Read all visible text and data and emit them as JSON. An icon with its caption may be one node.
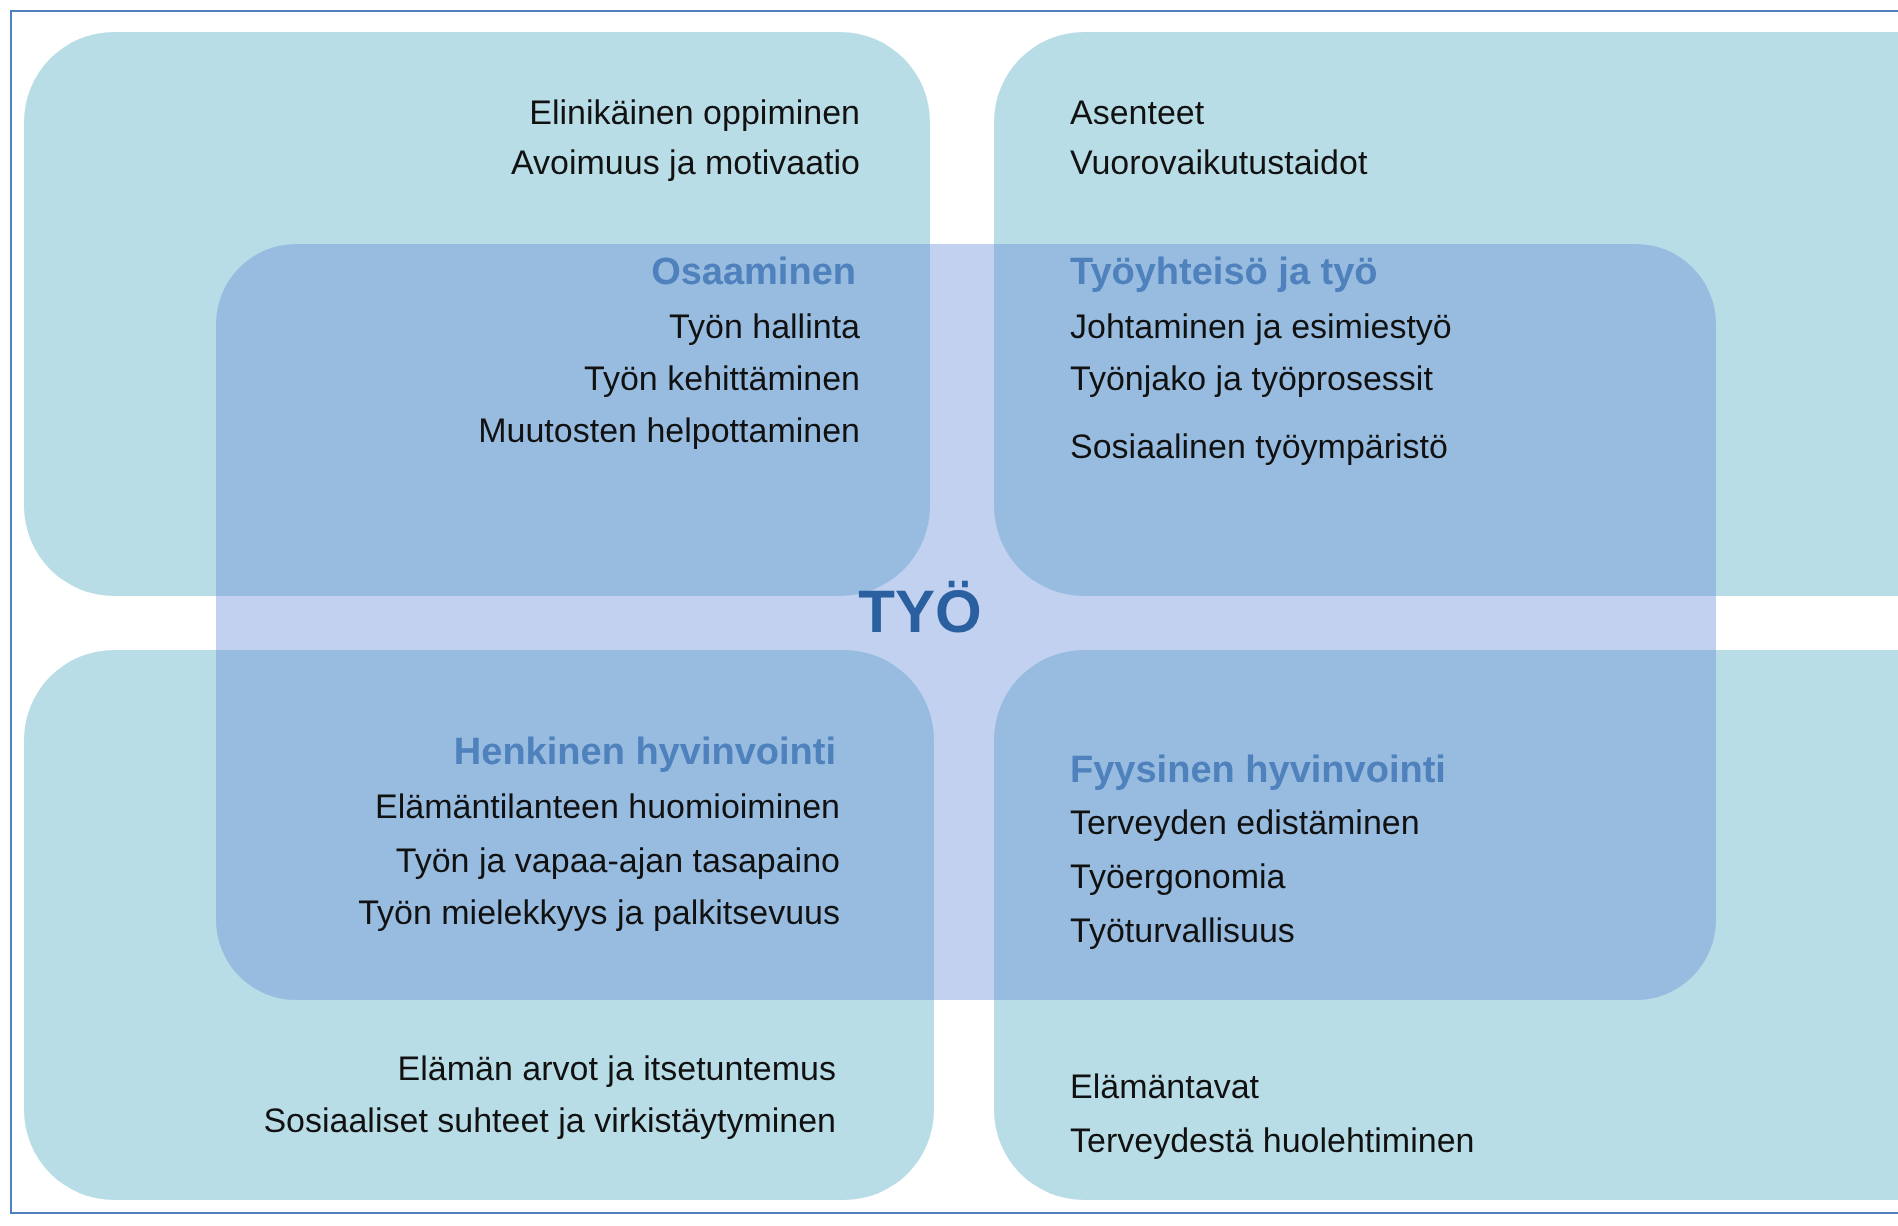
{
  "diagram": {
    "nodes": [
      {
        "text": [
          "Elinikäinen oppiminen",
          "Avoimuus ja motivaatio",
          "Osaaminen",
          "Työn hallinta",
          "Työn kehittäminen",
          "Muutosten helpottaminen"
        ]
      },
      {
        "text": [
          "Asenteet",
          "Vuorovaikutustaidot",
          "Työyhteisö ja työ",
          "Johtaminen ja esimiestyö",
          "Työnjako ja työprosessit",
          "Sosiaalinen työympäristö"
        ]
      },
      {
        "text": [
          "TYÖ"
        ]
      },
      {
        "text": [
          "Henkinen hyvinvointi",
          "Elämäntilanteen huomioiminen",
          "Työn ja vapaa-ajan tasapaino",
          "Työn mielekkyys ja palkitsevuus",
          "Elämän arvot ja itsetuntemus",
          "Sosiaaliset suhteet ja virkistäytyminen"
        ]
      },
      {
        "text": [
          "Fyysinen hyvinvointi",
          "Terveyden edistäminen",
          "Työergonomia",
          "Työturvallisuus",
          "Elämäntavat",
          "Terveydestä huolehtiminen"
        ]
      }
    ],
    "edges": []
  }
}
